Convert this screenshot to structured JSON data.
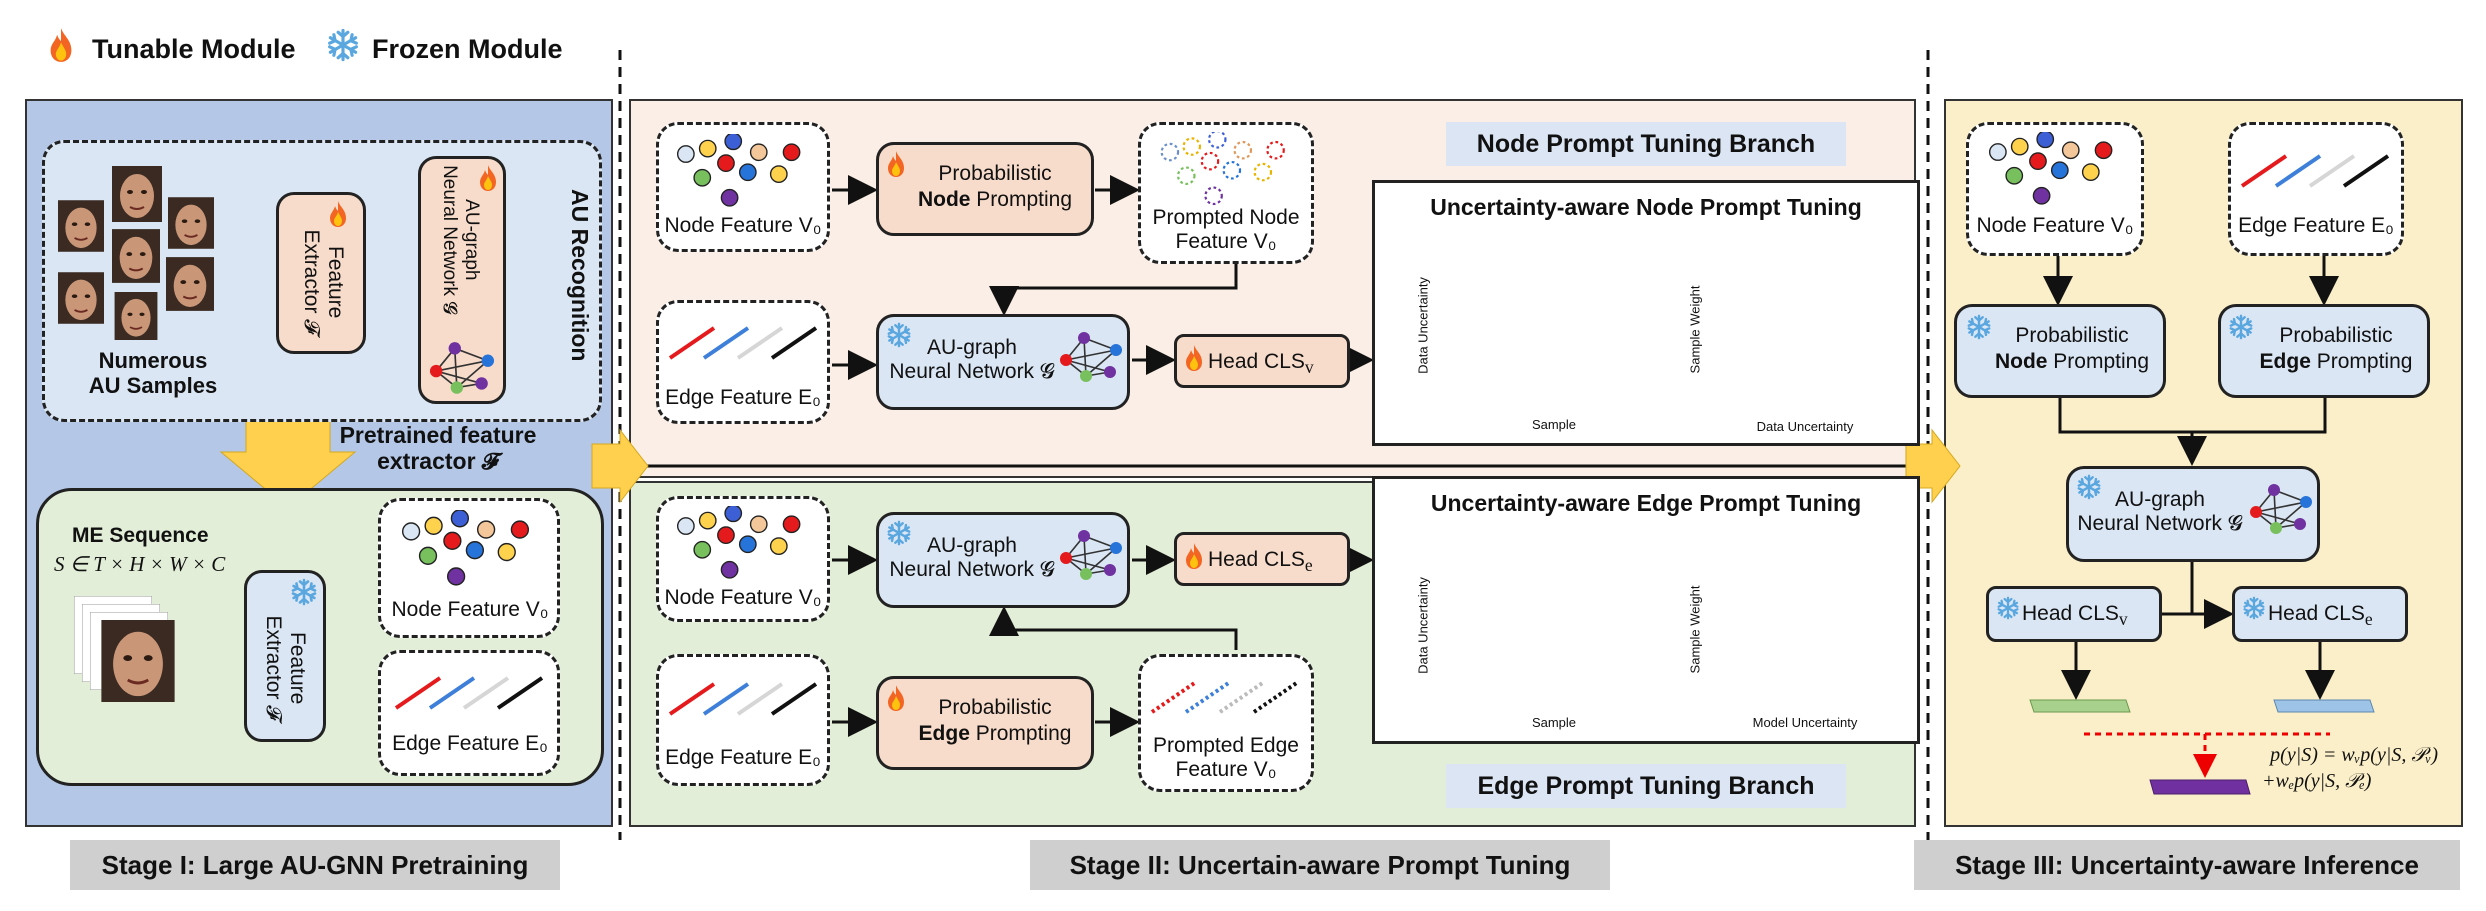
{
  "legend": {
    "tunable": "Tunable Module",
    "frozen": "Frozen Module"
  },
  "stage1": {
    "au_samples": "Numerous\nAU Samples",
    "feature_extractor": "Feature\nExtractor 𝓕",
    "au_gnn": "AU-graph\nNeural Network 𝓖",
    "au_recognition": "AU Recognition",
    "pretrained_label": "Pretrained feature\nextractor 𝓕",
    "me_sequence": "ME Sequence",
    "me_formula": "S ∈ T × H × W × C",
    "feature_extractor_2": "Feature\nExtractor 𝓕",
    "node_feature": "Node Feature V₀",
    "edge_feature": "Edge Feature E₀",
    "footer": "Stage I: Large AU-GNN Pretraining"
  },
  "stage2": {
    "node_branch_title": "Node Prompt Tuning Branch",
    "edge_branch_title": "Edge Prompt Tuning Branch",
    "node_feature": "Node Feature V₀",
    "prob_node_1": "Probabilistic",
    "prob_node_2": "Node",
    "prob_node_3": " Prompting",
    "prompted_node": "Prompted Node\nFeature V₀",
    "edge_feature": "Edge Feature E₀",
    "au_gnn_top": "AU-graph\nNeural Network 𝓖",
    "head_v": "Head CLS",
    "head_v_sub": "v",
    "node_feature_b": "Node Feature V₀",
    "au_gnn_bottom": "AU-graph\nNeural Network 𝓖",
    "head_e": "Head CLS",
    "head_e_sub": "e",
    "edge_feature_b": "Edge Feature E₀",
    "prob_edge_1": "Probabilistic",
    "prob_edge_2": "Edge",
    "prob_edge_3": " Prompting",
    "prompted_edge": "Prompted Edge\nFeature V₀",
    "uncertainty_node_title": "Uncertainty-aware Node Prompt Tuning",
    "uncertainty_edge_title": "Uncertainty-aware Edge Prompt Tuning",
    "data_uncertainty": "Data Uncertainty",
    "sample": "Sample",
    "sample_weight": "Sample Weight",
    "model_uncertainty": "Model Uncertainty",
    "footer": "Stage II: Uncertain-aware Prompt Tuning"
  },
  "stage3": {
    "node_feature": "Node Feature V₀",
    "edge_feature": "Edge Feature E₀",
    "prob_node_1": "Probabilistic",
    "prob_node_2": "Node",
    "prob_node_3": " Prompting",
    "prob_edge_1": "Probabilistic",
    "prob_edge_2": "Edge",
    "prob_edge_3": " Prompting",
    "au_gnn": "AU-graph\nNeural Network 𝓖",
    "head_v": "Head CLS",
    "head_v_sub": "v",
    "head_e": "Head CLS",
    "head_e_sub": "e",
    "formula_1": "p(y|S) = wᵥp(y|S, 𝒫ᵥ)",
    "formula_2": "+wₑp(y|S, 𝒫ₑ)",
    "footer": "Stage III: Uncertainty-aware Inference"
  },
  "colors": {
    "stage1_bg": "#b4c7e7",
    "stage2_top_bg": "#fbeee6",
    "stage2_bottom_bg": "#e2eed8",
    "stage3_bg": "#fbefc9",
    "tunable_box": "#f8dccb",
    "frozen_box": "#dae6f4",
    "node_colors": [
      "#dae6f4",
      "#ffd24d",
      "#3d5fd6",
      "#f4c79a",
      "#e41a1c",
      "#2673d9",
      "#77c05d",
      "#7032a0",
      "#ffd24d"
    ]
  }
}
